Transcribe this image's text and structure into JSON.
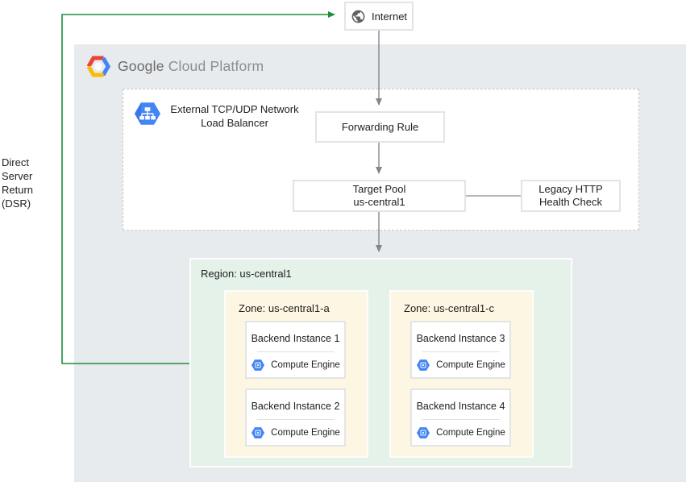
{
  "internet": {
    "label": "Internet"
  },
  "dsr": {
    "line1": "Direct Server",
    "line2": "Return (DSR)"
  },
  "gcp": {
    "brand_google": "Google",
    "brand_rest": " Cloud Platform"
  },
  "load_balancer": {
    "title_line1": "External TCP/UDP Network",
    "title_line2": "Load Balancer"
  },
  "forwarding_rule": {
    "label": "Forwarding Rule"
  },
  "target_pool": {
    "line1": "Target Pool",
    "line2": "us-central1"
  },
  "health_check": {
    "line1": "Legacy HTTP",
    "line2": "Health Check"
  },
  "region": {
    "label": "Region: us-central1",
    "zones": [
      {
        "label": "Zone: us-central1-a",
        "instances": [
          {
            "title": "Backend Instance 1",
            "product": "Compute Engine"
          },
          {
            "title": "Backend Instance 2",
            "product": "Compute Engine"
          }
        ]
      },
      {
        "label": "Zone: us-central1-c",
        "instances": [
          {
            "title": "Backend Instance 3",
            "product": "Compute Engine"
          },
          {
            "title": "Backend Instance 4",
            "product": "Compute Engine"
          }
        ]
      }
    ]
  },
  "icons": {
    "internet": "globe-icon",
    "gcp_logo": "gcp-hexagon-logo-icon",
    "load_balancer": "network-load-balancer-icon",
    "compute_engine": "compute-engine-icon"
  },
  "colors": {
    "container_bg": "#e8ebee",
    "region_bg": "#e4f2e9",
    "zone_bg": "#fdf6e2",
    "dsr_line_green": "#1e8e3e",
    "arrow_gray": "#828689",
    "gcp_blue": "#4285f4",
    "gcp_red": "#ea4335",
    "gcp_yellow": "#fbbc05",
    "box_border": "#e4e4e4"
  }
}
